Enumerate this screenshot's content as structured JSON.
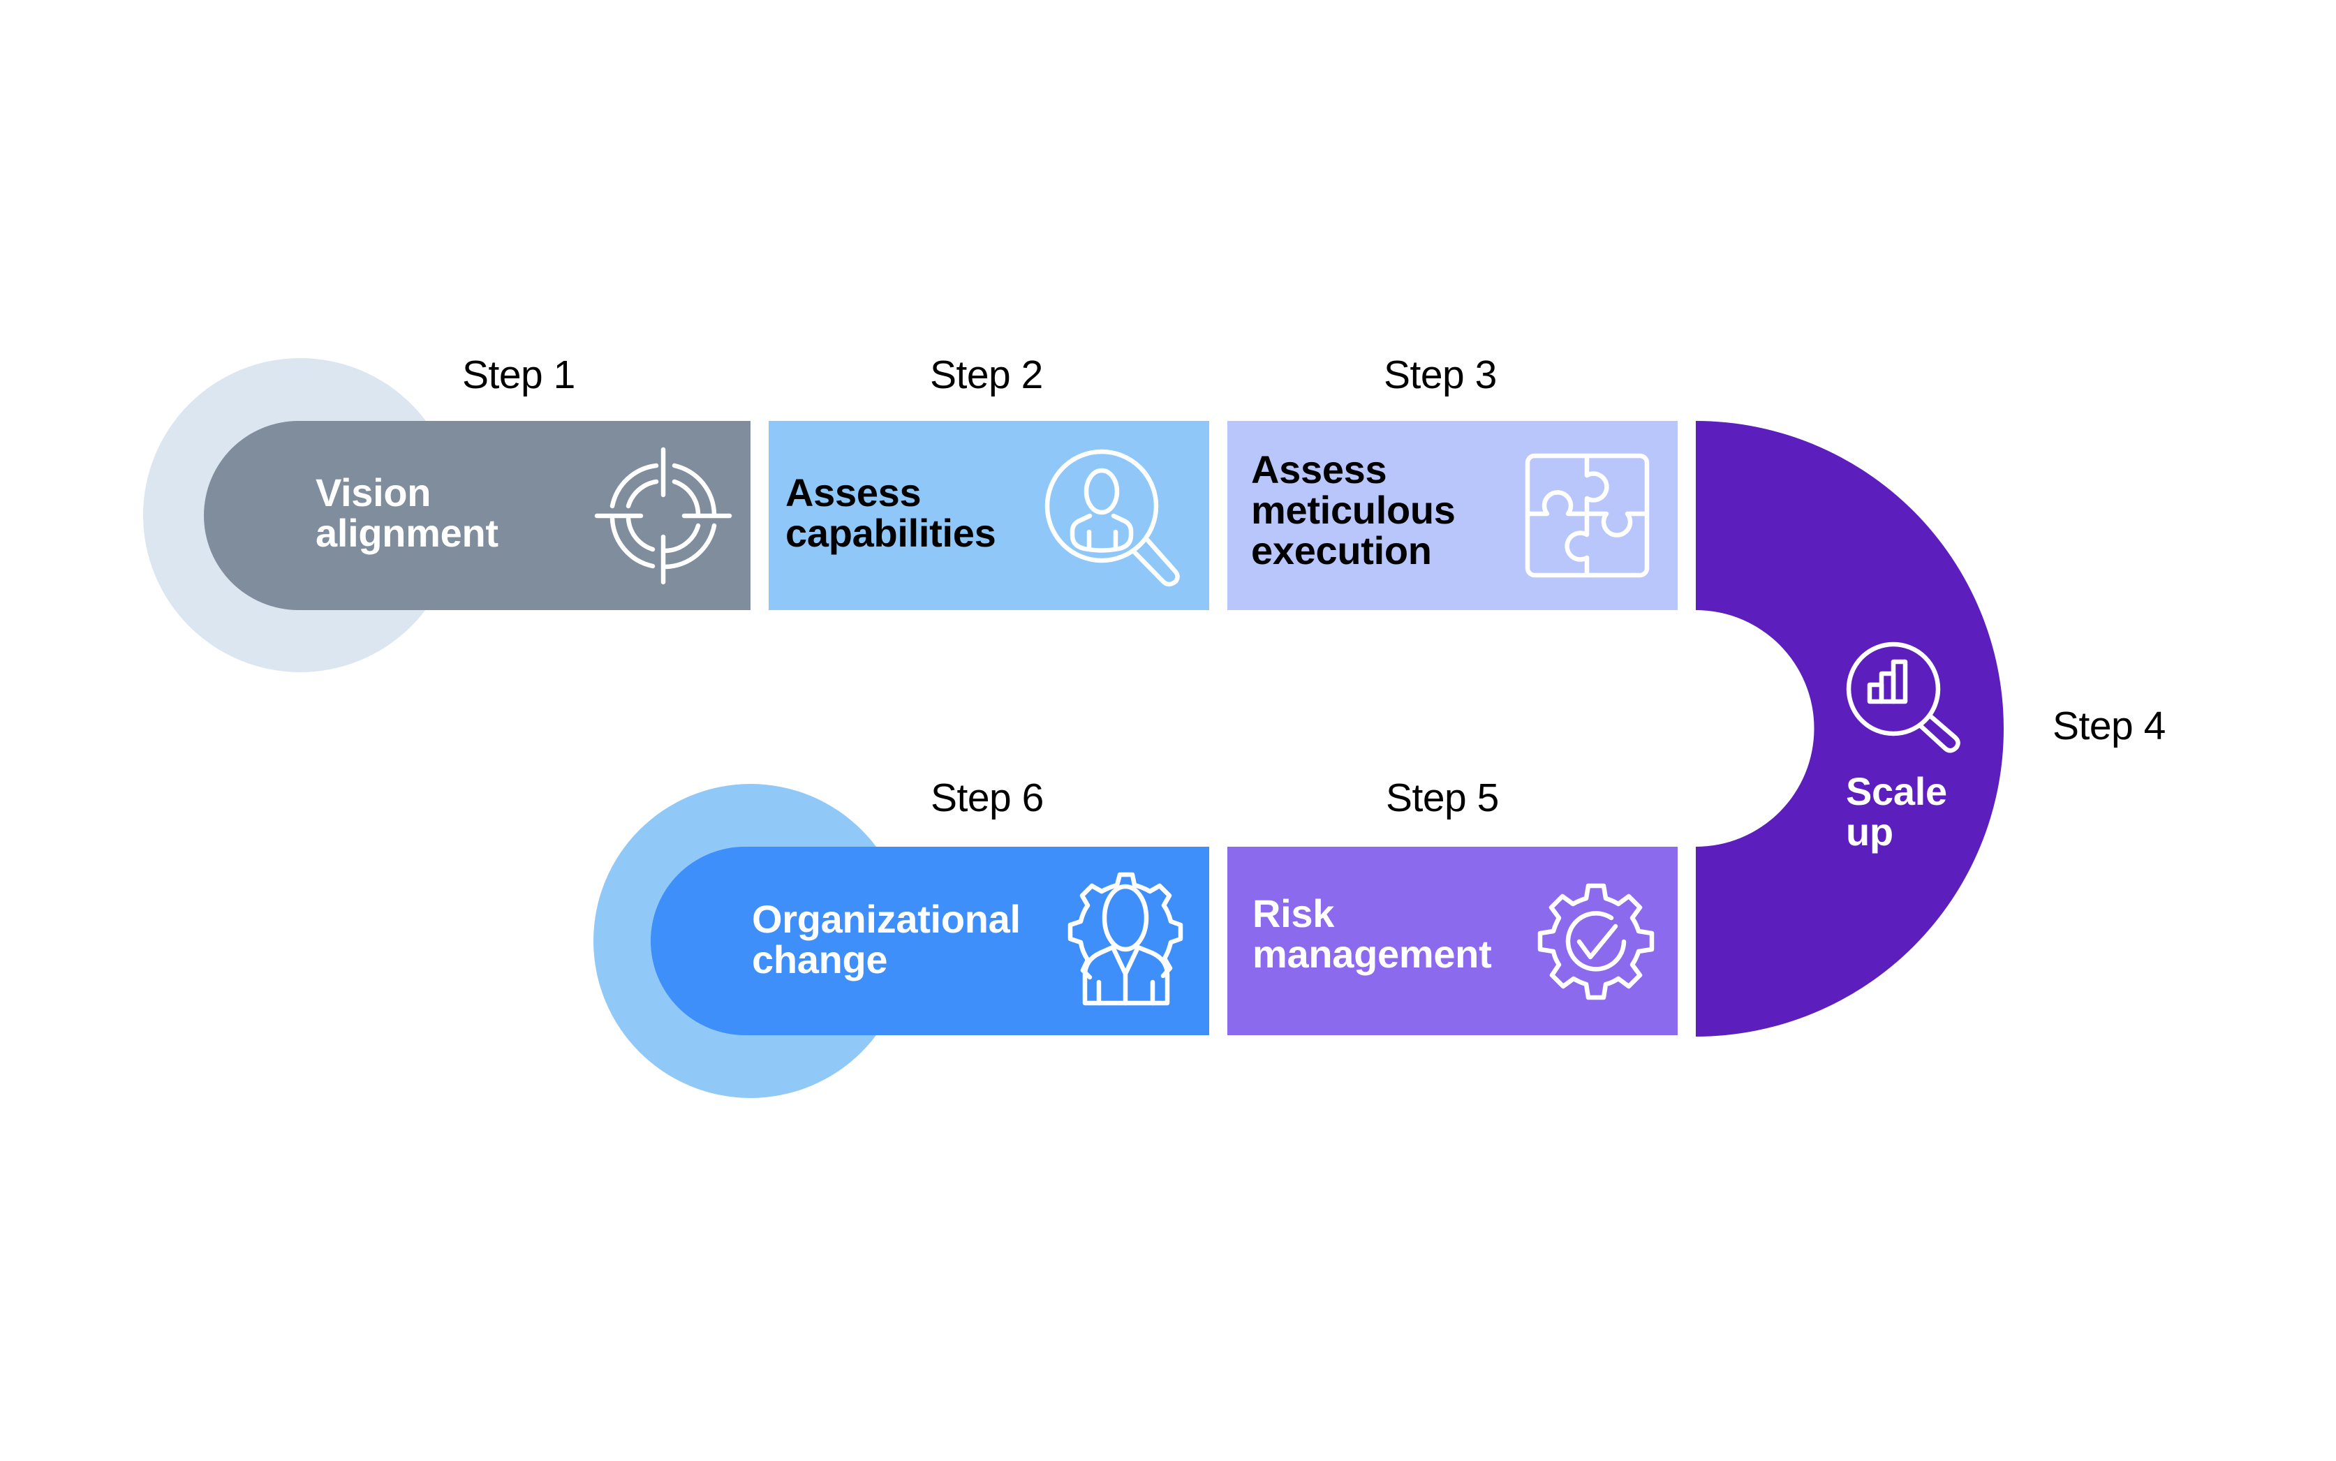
{
  "diagram": {
    "type": "process-roadmap",
    "colors": {
      "background": "#FFFFFF",
      "step1_fill": "#7F8D9C",
      "step1_halo": "#DCE6F0",
      "step2_fill": "#8EC7F8",
      "step3_fill": "#B8C6FB",
      "step4_fill": "#5D1EBE",
      "step5_fill": "#8B6AEE",
      "step6_fill": "#3F8FFB",
      "step6_halo": "#90C8F8",
      "icon_stroke": "#FFFFFF"
    },
    "steps": [
      {
        "number": 1,
        "label": "Step 1",
        "title_lines": [
          "Vision",
          "alignment"
        ],
        "icon": "target-crosshair-icon",
        "text_color": "white"
      },
      {
        "number": 2,
        "label": "Step 2",
        "title_lines": [
          "Assess",
          "capabilities"
        ],
        "icon": "search-person-icon",
        "text_color": "black"
      },
      {
        "number": 3,
        "label": "Step 3",
        "title_lines": [
          "Assess",
          "meticulous",
          "execution"
        ],
        "icon": "puzzle-icon",
        "text_color": "black"
      },
      {
        "number": 4,
        "label": "Step 4",
        "title_lines": [
          "Scale",
          "up"
        ],
        "icon": "search-bar-chart-icon",
        "text_color": "white"
      },
      {
        "number": 5,
        "label": "Step 5",
        "title_lines": [
          "Risk",
          "management"
        ],
        "icon": "gear-check-icon",
        "text_color": "white"
      },
      {
        "number": 6,
        "label": "Step 6",
        "title_lines": [
          "Organizational",
          "change"
        ],
        "icon": "gear-person-icon",
        "text_color": "white"
      }
    ]
  }
}
